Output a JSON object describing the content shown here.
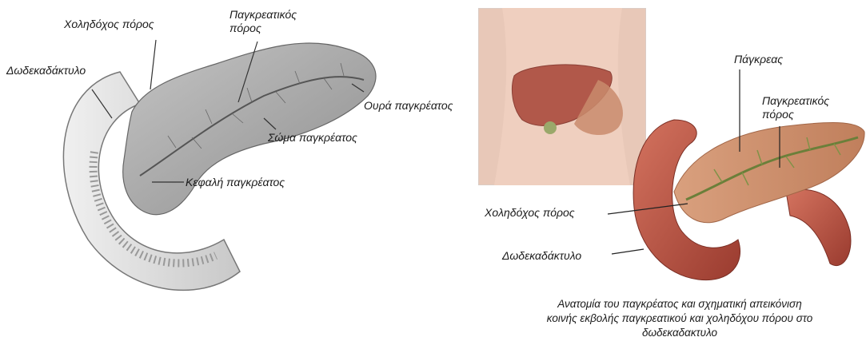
{
  "left_diagram": {
    "labels": {
      "common_bile_duct": "Χοληδόχος πόρος",
      "pancreatic_duct": "Παγκρεατικός\nπόρος",
      "duodenum": "Δωδεκαδάκτυλο",
      "tail": "Ουρά παγκρέατος",
      "body": "Σώμα παγκρέατος",
      "head": "Κεφαλή παγκρέατος"
    },
    "colors": {
      "pancreas": "#a9a9a9",
      "duodenum": "#d9d9d9",
      "line": "#333333"
    }
  },
  "right_diagram": {
    "labels": {
      "pancreas": "Πάγκρεας",
      "pancreatic_duct": "Παγκρεατικός\nπόρος",
      "common_bile_duct": "Χοληδόχος πόρος",
      "duodenum": "Δωδεκαδάκτυλο"
    },
    "colors": {
      "skin": "#e8c4b4",
      "liver": "#b1584a",
      "pancreas": "#c98b6c",
      "duodenum": "#b24a3c"
    }
  },
  "caption": {
    "line1": "Ανατομία του παγκρέατος και σχηματική απεικόνιση",
    "line2": "κοινής εκβολής παγκρεατικού και χοληδόχου πόρου στο",
    "line3": "δωδεκαδακτυλο"
  }
}
